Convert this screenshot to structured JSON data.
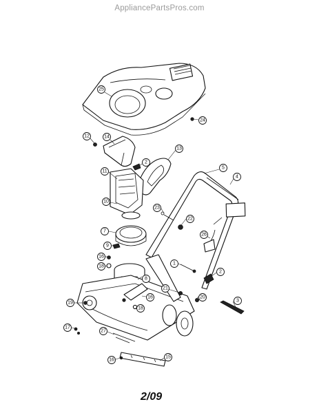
{
  "header": {
    "watermark": "AppliancePartsPros.com"
  },
  "footer": {
    "page_label": "2/09"
  },
  "callouts": [
    {
      "num": "25"
    },
    {
      "num": "24"
    },
    {
      "num": "12"
    },
    {
      "num": "14"
    },
    {
      "num": "13"
    },
    {
      "num": "2"
    },
    {
      "num": "11"
    },
    {
      "num": "5"
    },
    {
      "num": "4"
    },
    {
      "num": "10"
    },
    {
      "num": "23"
    },
    {
      "num": "22"
    },
    {
      "num": "7"
    },
    {
      "num": "26"
    },
    {
      "num": "9"
    },
    {
      "num": "16"
    },
    {
      "num": "18"
    },
    {
      "num": "1"
    },
    {
      "num": "2"
    },
    {
      "num": "8"
    },
    {
      "num": "16"
    },
    {
      "num": "21"
    },
    {
      "num": "20"
    },
    {
      "num": "3"
    },
    {
      "num": "19"
    },
    {
      "num": "18"
    },
    {
      "num": "17"
    },
    {
      "num": "27"
    },
    {
      "num": "15"
    },
    {
      "num": "16"
    }
  ]
}
